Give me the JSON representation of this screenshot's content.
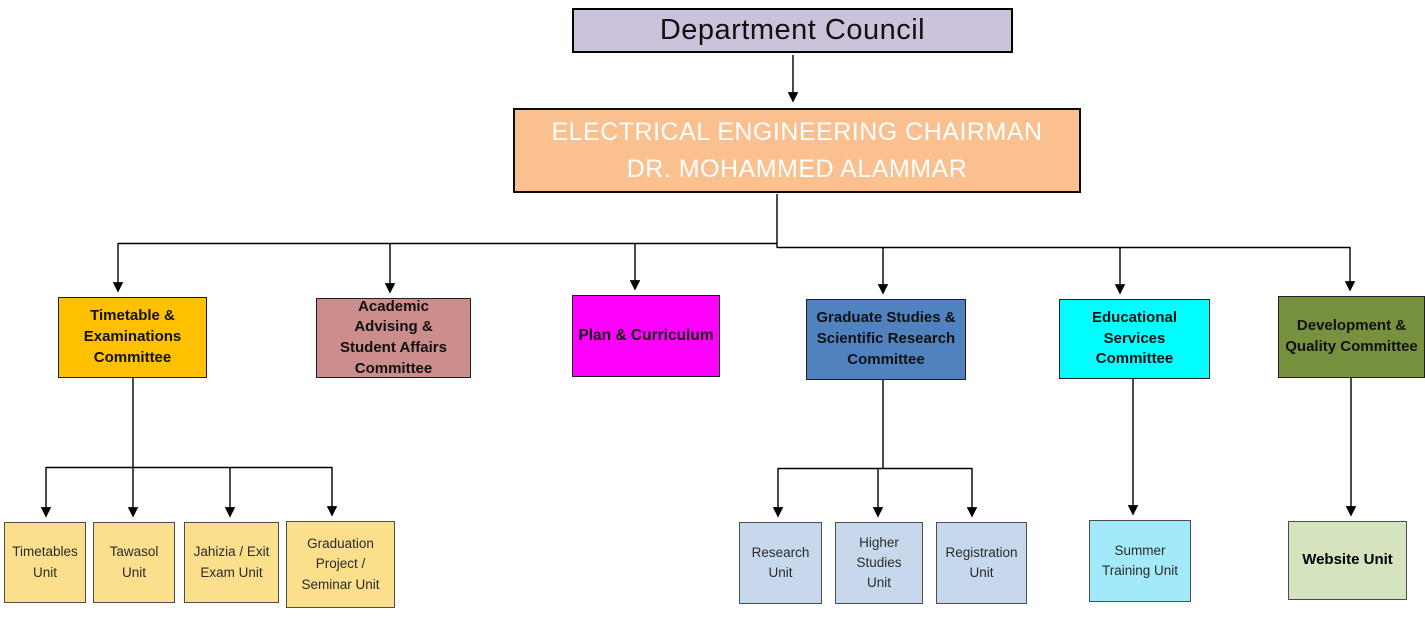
{
  "nodes": {
    "council": {
      "label": "Department Council",
      "bg": "#CBC3DC",
      "text": "#111111"
    },
    "chairman": {
      "line1": "ELECTRICAL ENGINEERING CHAIRMAN",
      "line2": "DR. MOHAMMED ALAMMAR",
      "bg": "#FAC090",
      "text": "#FFFFFF"
    },
    "committees": {
      "timetable": {
        "label": "Timetable & Examinations Committee",
        "bg": "#FFC000"
      },
      "academic": {
        "label": "Academic Advising & Student Affairs Committee",
        "bg": "#CB8E8C"
      },
      "plan": {
        "label": "Plan & Curriculum",
        "bg": "#FF00FF"
      },
      "graduate": {
        "label": "Graduate Studies & Scientific Research Committee",
        "bg": "#4F82BF"
      },
      "educational": {
        "label": "Educational Services Committee",
        "bg": "#00FFFF"
      },
      "development": {
        "label": "Development & Quality Committee",
        "bg": "#77913E"
      }
    },
    "units": {
      "timetables": {
        "label": "Timetables Unit",
        "bg": "#FBDF8D"
      },
      "tawasol": {
        "label": "Tawasol Unit",
        "bg": "#FBDF8D"
      },
      "jahizia": {
        "label": "Jahizia / Exit Exam Unit",
        "bg": "#FBDF8D"
      },
      "graduation": {
        "label": "Graduation Project / Seminar Unit",
        "bg": "#FBDF8D"
      },
      "research": {
        "label": "Research Unit",
        "bg": "#C8D8EC"
      },
      "higher": {
        "label": "Higher Studies Unit",
        "bg": "#C8D8EC"
      },
      "registration": {
        "label": "Registration Unit",
        "bg": "#C8D8EC"
      },
      "summer": {
        "label": "Summer Training Unit",
        "bg": "#A2EAF9"
      },
      "website": {
        "label": "Website Unit",
        "bg": "#D6E3BF"
      }
    }
  },
  "edges": [
    {
      "from": "Department Council",
      "to": "Electrical Engineering Chairman"
    },
    {
      "from": "Electrical Engineering Chairman",
      "to": "Timetable & Examinations Committee"
    },
    {
      "from": "Electrical Engineering Chairman",
      "to": "Academic Advising & Student Affairs Committee"
    },
    {
      "from": "Electrical Engineering Chairman",
      "to": "Plan & Curriculum"
    },
    {
      "from": "Electrical Engineering Chairman",
      "to": "Graduate Studies & Scientific Research Committee"
    },
    {
      "from": "Electrical Engineering Chairman",
      "to": "Educational Services Committee"
    },
    {
      "from": "Electrical Engineering Chairman",
      "to": "Development & Quality Committee"
    },
    {
      "from": "Timetable & Examinations Committee",
      "to": "Timetables Unit"
    },
    {
      "from": "Timetable & Examinations Committee",
      "to": "Tawasol Unit"
    },
    {
      "from": "Timetable & Examinations Committee",
      "to": "Jahizia / Exit Exam Unit"
    },
    {
      "from": "Timetable & Examinations Committee",
      "to": "Graduation Project / Seminar Unit"
    },
    {
      "from": "Graduate Studies & Scientific Research Committee",
      "to": "Research Unit"
    },
    {
      "from": "Graduate Studies & Scientific Research Committee",
      "to": "Higher Studies Unit"
    },
    {
      "from": "Graduate Studies & Scientific Research Committee",
      "to": "Registration Unit"
    },
    {
      "from": "Educational Services Committee",
      "to": "Summer Training Unit"
    },
    {
      "from": "Development & Quality Committee",
      "to": "Website Unit"
    }
  ]
}
